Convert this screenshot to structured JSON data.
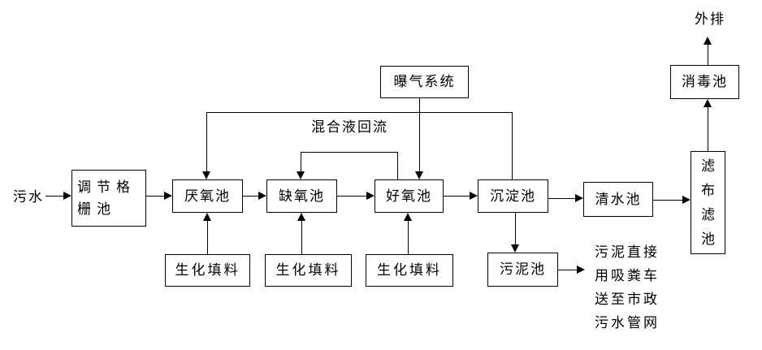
{
  "diagram": {
    "background": "#ffffff",
    "line_color": "#000000",
    "inflow_label": "污水",
    "outflow_label": "外排",
    "reflux_label": "混合液回流",
    "nodes": {
      "regulation_grid": "调节格栅池",
      "anaerobic": "厌氧池",
      "anoxic": "缺氧池",
      "aerobic": "好氧池",
      "sedimentation": "沉淀池",
      "clear_water": "清水池",
      "cloth_filter": "滤布滤池",
      "disinfection": "消毒池",
      "aeration": "曝气系统",
      "bio_filler": "生化填料",
      "sludge": "污泥池"
    },
    "sludge_note": [
      "污泥直接",
      "用吸粪车",
      "送至市政",
      "污水管网"
    ]
  }
}
